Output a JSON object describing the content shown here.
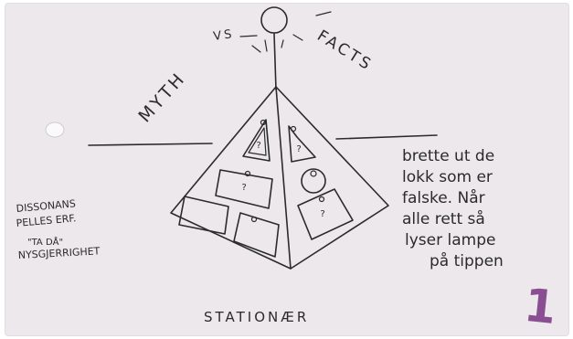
{
  "card": {
    "paper_color": "#ece8ec",
    "ink_color": "#2b2b2d",
    "page_number_color": "#8a4e93"
  },
  "diagram": {
    "label_myth": "MYTH",
    "label_vs": "VS",
    "label_facts": "FACTS",
    "question_mark": "?",
    "bottom_label": "STATIONÆR",
    "left_note": [
      "DISSONANS",
      "PELLES ERF.",
      "\"TA DÅ\"",
      "NYSGJERRIGHET"
    ],
    "right_note": [
      "brette ut de",
      "lokk som er",
      "falske. Når",
      "alle rett så",
      "lyser lampe",
      "på tippen"
    ],
    "page_number": "1"
  }
}
